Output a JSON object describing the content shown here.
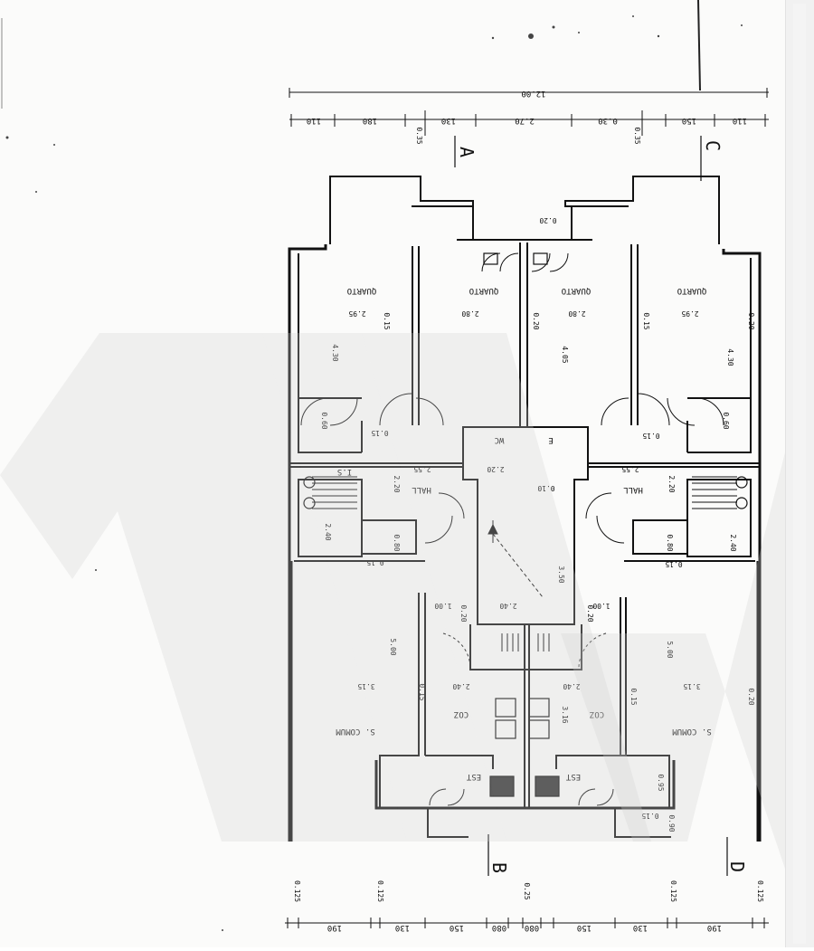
{
  "plan": {
    "overall_dimension": "12.00",
    "top_dimensions": [
      "110",
      "180",
      "130",
      "2.70",
      "0.30",
      "150",
      "110"
    ],
    "top_small_dimensions": [
      "0.35",
      "0.35"
    ],
    "bottom_dimensions": [
      "190",
      "130",
      "150",
      "080",
      "080",
      "150",
      "130",
      "190"
    ],
    "bottom_small_dimensions": [
      "0.125",
      "0.125",
      "0.25",
      "0.125",
      "0.125"
    ],
    "section_markers": {
      "a": "A",
      "b": "B",
      "c": "C",
      "d": "D"
    },
    "rooms": {
      "quarto_1": "QUARTO",
      "quarto_2": "QUARTO",
      "quarto_3": "QUARTO",
      "quarto_4": "QUARTO",
      "hall_left": "HALL",
      "hall_right": "HALL",
      "sala_left": "S. COMUM",
      "sala_right": "S. COMUM",
      "cozinha_left": "COZ",
      "cozinha_right": "COZ",
      "est_left": "EST",
      "est_right": "EST",
      "wc": "WC",
      "elev": "E",
      "is": "I.S"
    },
    "room_dimensions": {
      "q1_width": "2.95",
      "q1_depth": "4.30",
      "q2_width": "2.80",
      "q3_width": "2.80",
      "q3_depth": "4.05",
      "q4_width": "2.95",
      "q4_depth": "4.30",
      "hall_left": "2.55",
      "hall_right": "2.55",
      "sala_left_w": "3.15",
      "sala_left_d": "5.00",
      "sala_right_w": "3.15",
      "sala_right_d": "5.00",
      "coz_left": "2.40",
      "coz_right": "2.40",
      "stair_len": "3.50",
      "stair_w": "2.40",
      "wall_015": "0.15",
      "wall_020": "0.20",
      "wall_010": "0.10",
      "wall_025": "0.25",
      "hall_w": "2.20",
      "door_100": "1.00",
      "door_060": "0.60",
      "door_080": "0.80",
      "coz_depth": "3.16",
      "bath_240": "2.40",
      "est_095": "0.95",
      "est_090": "0.90"
    }
  }
}
